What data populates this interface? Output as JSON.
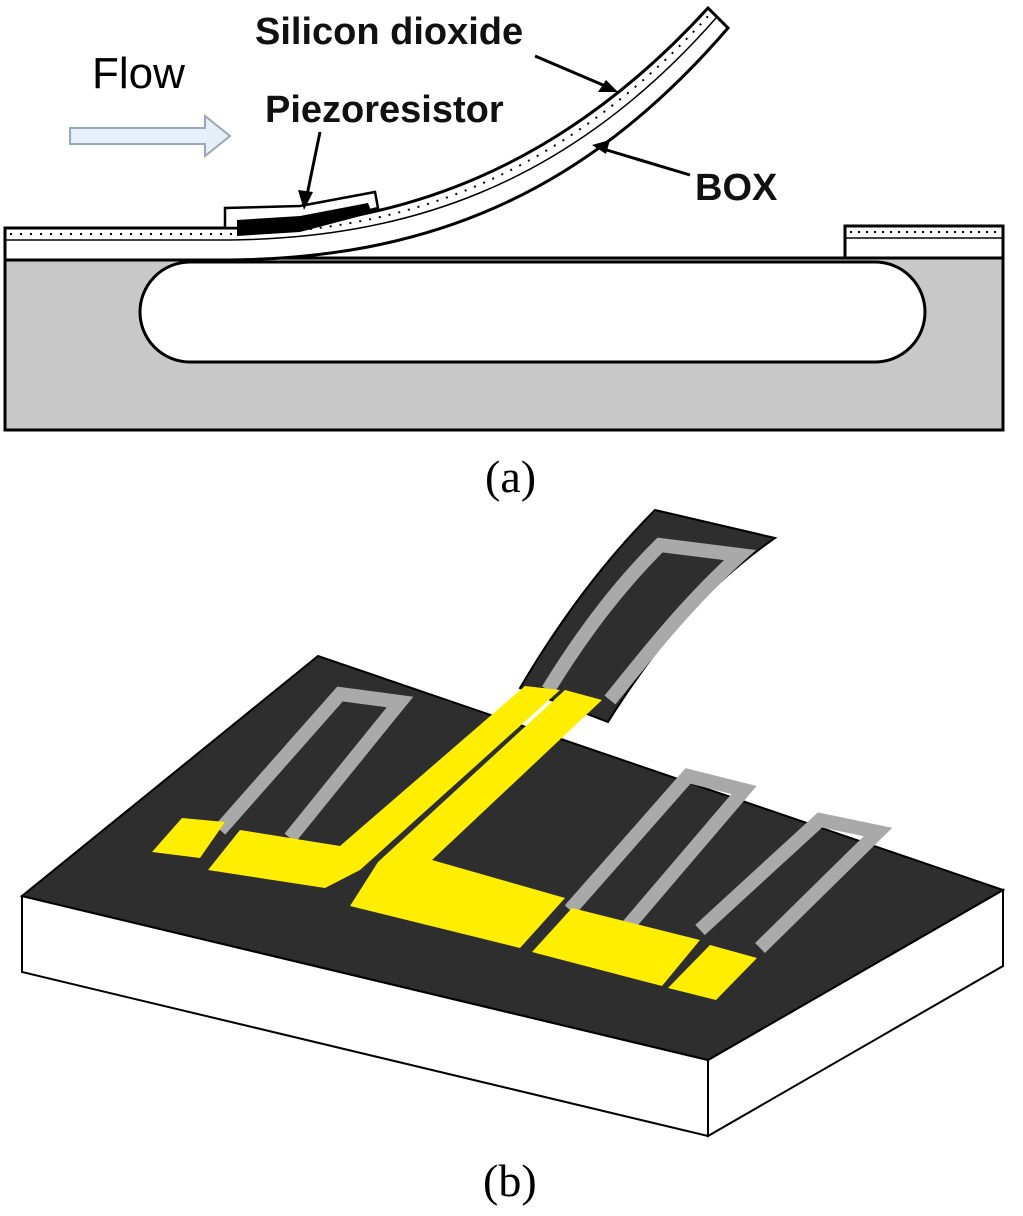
{
  "panel_a": {
    "flow_label": "Flow",
    "labels": {
      "silicon_dioxide": "Silicon dioxide",
      "piezoresistor": "Piezoresistor",
      "box": "BOX"
    },
    "caption": "(a)",
    "colors": {
      "substrate": "#c8c8c8",
      "arrow_fill": "#e6eef7",
      "arrow_stroke": "#9aa9ba",
      "piezoresistor": "#000000"
    }
  },
  "panel_b": {
    "caption": "(b)",
    "colors": {
      "top_surface": "#2e2e2e",
      "electrode_pads": "#ffee00",
      "resistor_traces": "#a9a9a9",
      "block_sides": "#ffffff"
    }
  }
}
